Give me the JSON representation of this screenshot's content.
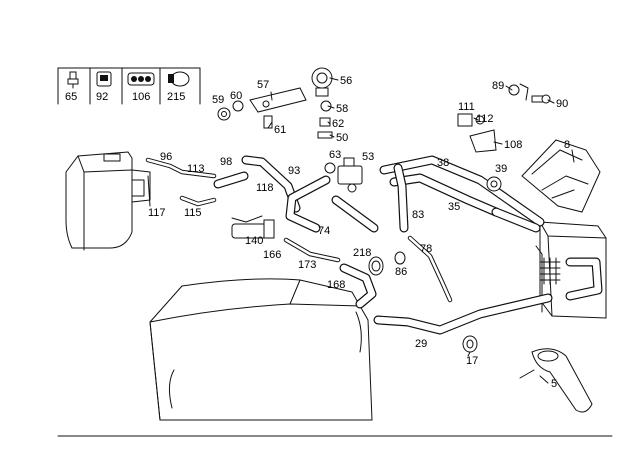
{
  "legend": {
    "items": [
      {
        "label": "65",
        "icon": "switch-icon"
      },
      {
        "label": "92",
        "icon": "plug-icon"
      },
      {
        "label": "106",
        "icon": "connector-icon"
      },
      {
        "label": "215",
        "icon": "hose-clamp-icon"
      }
    ]
  },
  "callouts": {
    "p5": "5",
    "p8": "8",
    "p17": "17",
    "p29": "29",
    "p35": "35",
    "p38": "38",
    "p39": "39",
    "p50": "50",
    "p53": "53",
    "p56": "56",
    "p57": "57",
    "p58": "58",
    "p59": "59",
    "p60": "60",
    "p61": "61",
    "p62": "62",
    "p63": "63",
    "p74": "74",
    "p78": "78",
    "p83": "83",
    "p86": "86",
    "p89": "89",
    "p90": "90",
    "p93": "93",
    "p96": "96",
    "p98": "98",
    "p108": "108",
    "p111": "111",
    "p112": "112",
    "p113": "113",
    "p115": "115",
    "p117": "117",
    "p118": "118",
    "p140": "140",
    "p166": "166",
    "p168": "168",
    "p173": "173",
    "p218": "218"
  }
}
